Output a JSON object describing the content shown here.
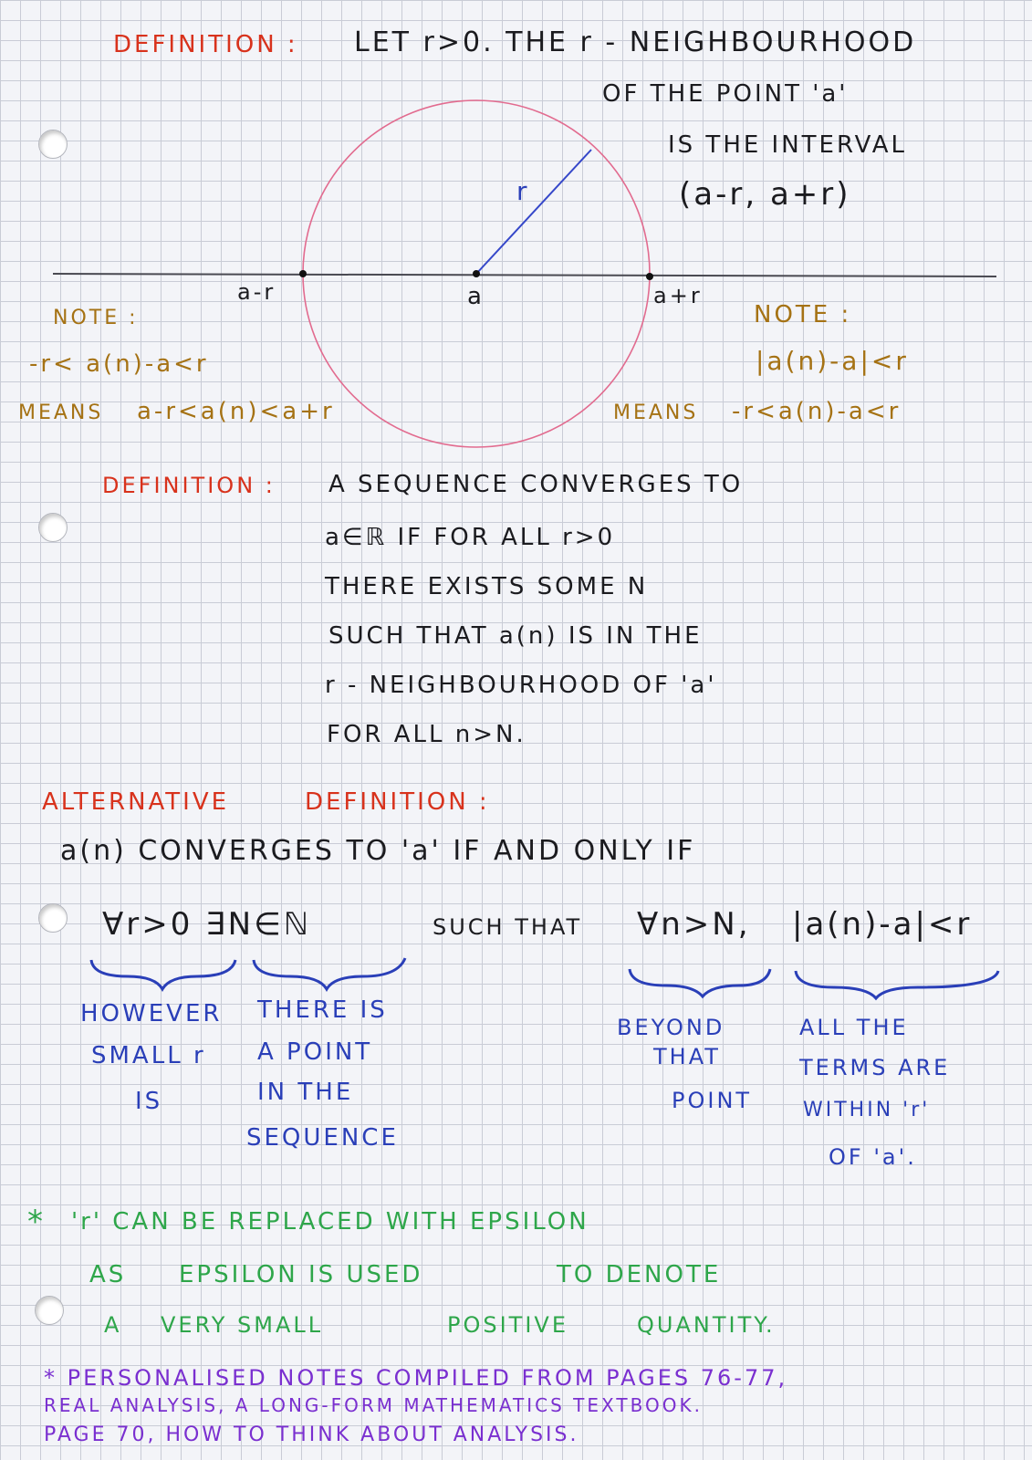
{
  "neighbourhood": {
    "heading": "DEFINITION :",
    "line1": "LET r>0. THE r - NEIGHBOURHOOD",
    "line2": "OF THE POINT 'a'",
    "line3": "IS THE INTERVAL",
    "interval": "(a-r, a+r)"
  },
  "diagram": {
    "radius_label": "r",
    "left_point": "a-r",
    "center_point": "a",
    "right_point": "a+r",
    "circle_color": "#e26b8f",
    "radius_color": "#3547c9"
  },
  "note_left": {
    "title": "NOTE :",
    "line1": "-r< a(n)-a<r",
    "line2_prefix": "MEANS",
    "line2_expr": "a-r<a(n)<a+r"
  },
  "note_right": {
    "title": "NOTE :",
    "line1": "|a(n)-a|<r",
    "line2_prefix": "MEANS",
    "line2_expr": "-r<a(n)-a<r"
  },
  "convergence": {
    "heading": "DEFINITION :",
    "lines": [
      "A SEQUENCE CONVERGES TO",
      "a∈ℝ IF FOR ALL r>0",
      "THERE EXISTS SOME N",
      "SUCH THAT a(n) IS IN THE",
      "r - NEIGHBOURHOOD OF 'a'",
      "FOR ALL n>N."
    ]
  },
  "alternative": {
    "heading_a": "ALTERNATIVE",
    "heading_b": "DEFINITION :",
    "statement": "a(n) CONVERGES TO 'a' IF AND ONLY IF",
    "formula": {
      "part1": "∀r>0 ∃N∈ℕ",
      "such_that": "SUCH THAT",
      "part2": "∀n>N,",
      "part3": "|a(n)-a|<r"
    },
    "explanations": {
      "first": [
        "HOWEVER",
        "SMALL r",
        "IS"
      ],
      "second": [
        "THERE IS",
        "A POINT",
        "IN THE",
        "SEQUENCE"
      ],
      "third": [
        "BEYOND",
        "THAT",
        "POINT"
      ],
      "fourth": [
        "ALL THE",
        "TERMS ARE",
        "WITHIN 'r'",
        "OF 'a'."
      ]
    }
  },
  "epsilon_note": {
    "star": "*",
    "line1": "'r' CAN BE REPLACED WITH EPSILON",
    "line2_a": "AS",
    "line2_b": "EPSILON IS USED",
    "line2_c": "TO DENOTE",
    "line3_a": "A",
    "line3_b": "VERY SMALL",
    "line3_c": "POSITIVE",
    "line3_d": "QUANTITY."
  },
  "footnote": {
    "line1": "* PERSONALISED NOTES COMPILED FROM PAGES 76-77,",
    "line2": "REAL ANALYSIS, A LONG-FORM MATHEMATICS TEXTBOOK.",
    "line3": "PAGE 70, HOW TO THINK ABOUT ANALYSIS."
  }
}
